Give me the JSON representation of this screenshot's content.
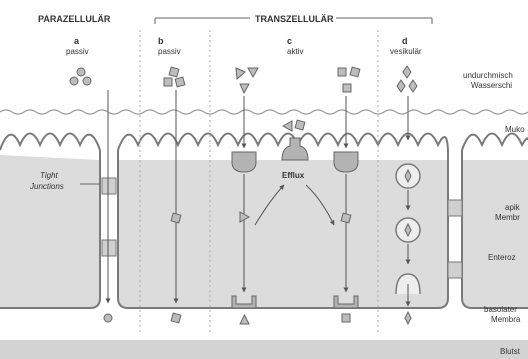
{
  "headers": {
    "paracellular": "PARAZELLULÄR",
    "transcellular": "TRANSZELLULÄR"
  },
  "routes": [
    {
      "letter": "a",
      "label": "passiv"
    },
    {
      "letter": "b",
      "label": "passiv"
    },
    {
      "letter": "c",
      "label": "aktiv"
    },
    {
      "letter": "d",
      "label": "vesikulär"
    }
  ],
  "labels": {
    "tight_junctions_1": "Tight",
    "tight_junctions_2": "Junctions",
    "efflux": "Efflux"
  },
  "side_labels": {
    "water_layer_1": "undurchmisch",
    "water_layer_2": "Wasserschi",
    "mucus": "Muko",
    "apical_1": "apik",
    "apical_2": "Membr",
    "enterocyte": "Enteroz",
    "basolateral_1": "basolater",
    "basolateral_2": "Membra",
    "blood": "Blutst"
  },
  "colors": {
    "cell": "#dcdcdc",
    "membrane": "#7a7a7a",
    "molecule": "#a8a8a8",
    "blood": "#d3d3d3",
    "text": "#333333"
  }
}
